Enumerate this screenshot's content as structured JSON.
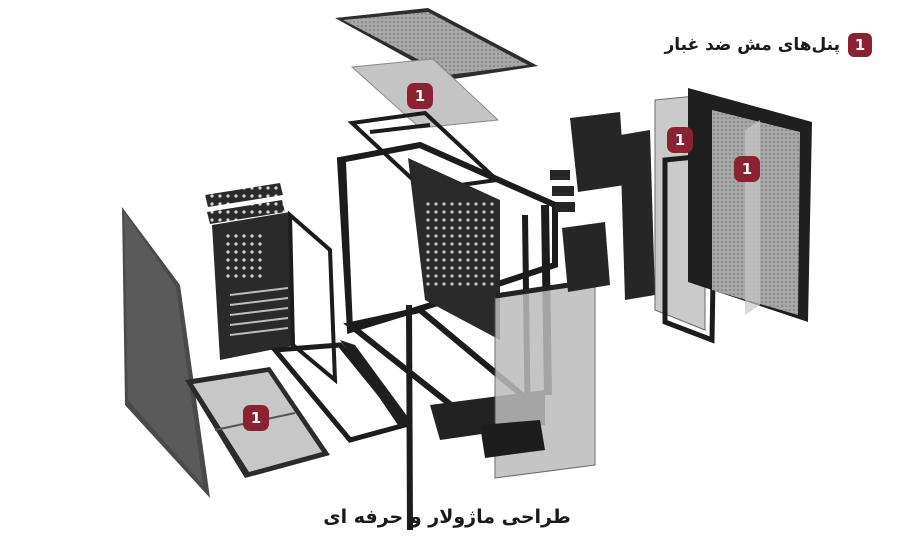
{
  "legend": {
    "badge": "1",
    "label": "پنل‌های مش ضد غبار"
  },
  "caption": "طراحی ماژولار و حرفه ای",
  "markers": [
    "1",
    "1",
    "1",
    "1"
  ],
  "colors": {
    "badge": "#8b2231",
    "frame": "#1b1b1b",
    "mesh": "#9a9a9a",
    "glass": "#bdbdbd"
  }
}
